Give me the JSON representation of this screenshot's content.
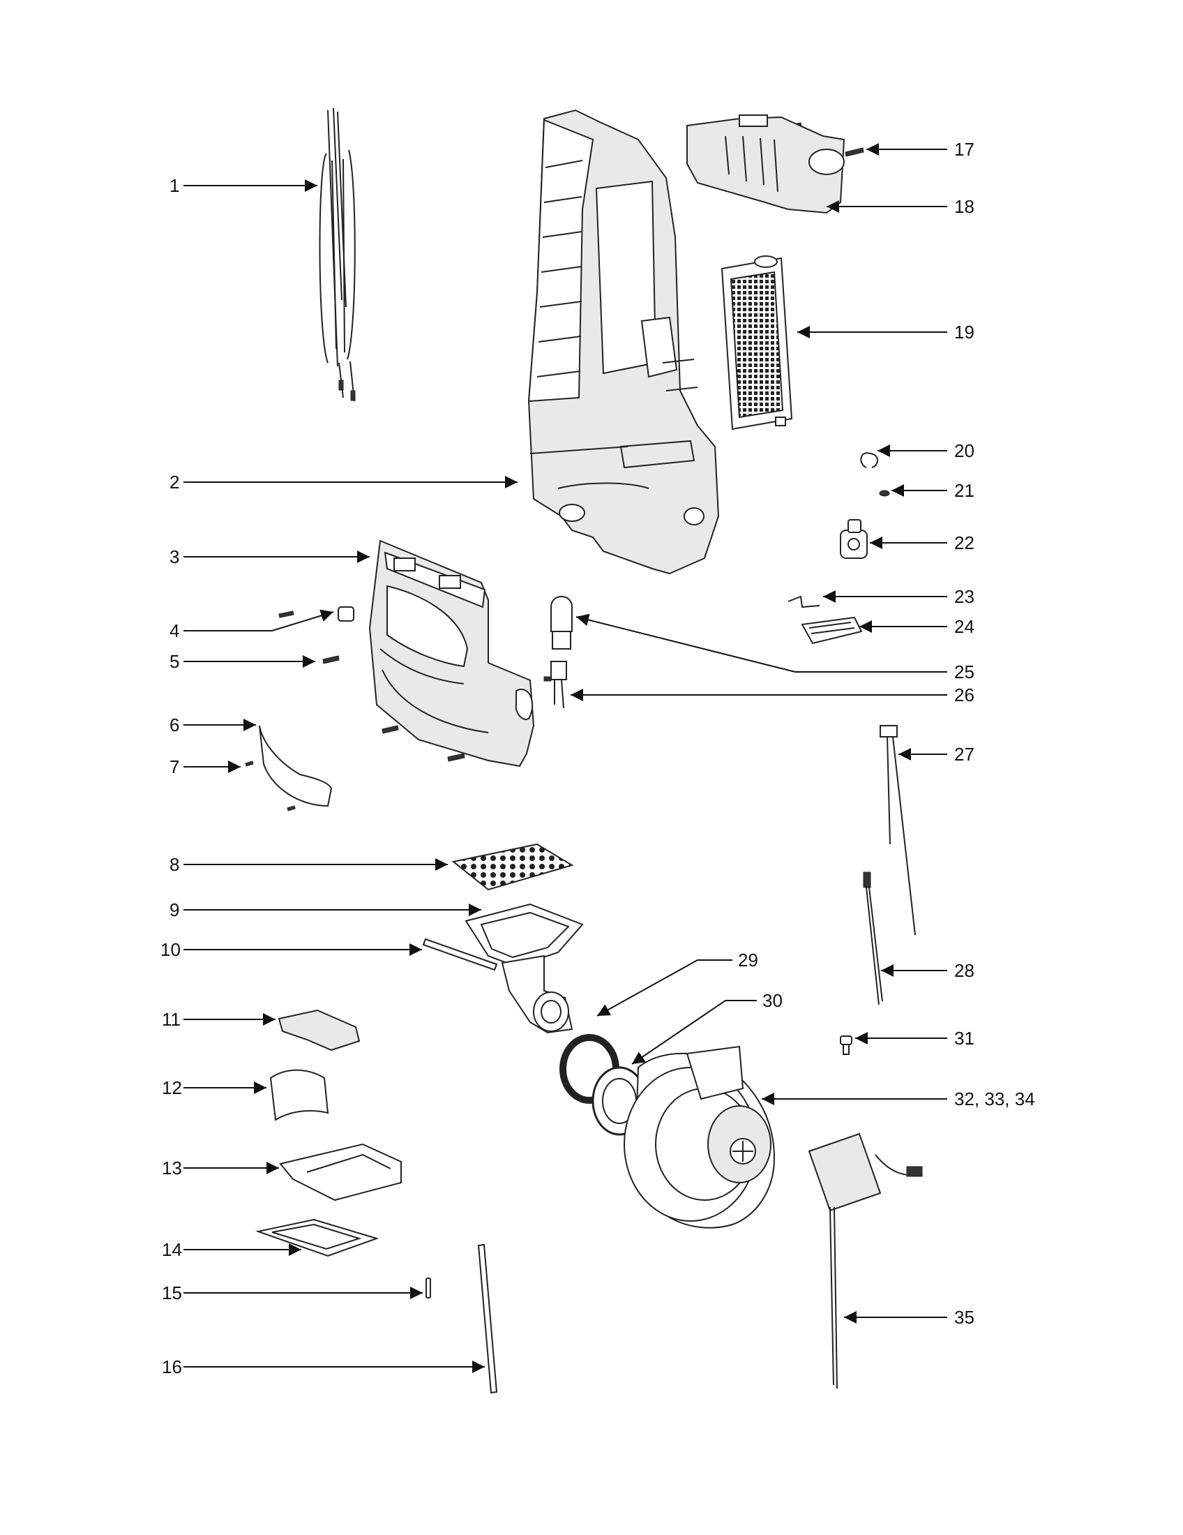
{
  "diagram": {
    "callouts": [
      {
        "id": "1",
        "text": "1"
      },
      {
        "id": "2",
        "text": "2"
      },
      {
        "id": "3",
        "text": "3"
      },
      {
        "id": "4",
        "text": "4"
      },
      {
        "id": "5",
        "text": "5"
      },
      {
        "id": "6",
        "text": "6"
      },
      {
        "id": "7",
        "text": "7"
      },
      {
        "id": "8",
        "text": "8"
      },
      {
        "id": "9",
        "text": "9"
      },
      {
        "id": "10",
        "text": "10"
      },
      {
        "id": "11",
        "text": "11"
      },
      {
        "id": "12",
        "text": "12"
      },
      {
        "id": "13",
        "text": "13"
      },
      {
        "id": "14",
        "text": "14"
      },
      {
        "id": "15",
        "text": "15"
      },
      {
        "id": "16",
        "text": "16"
      },
      {
        "id": "17",
        "text": "17"
      },
      {
        "id": "18",
        "text": "18"
      },
      {
        "id": "19",
        "text": "19"
      },
      {
        "id": "20",
        "text": "20"
      },
      {
        "id": "21",
        "text": "21"
      },
      {
        "id": "22",
        "text": "22"
      },
      {
        "id": "23",
        "text": "23"
      },
      {
        "id": "24",
        "text": "24"
      },
      {
        "id": "25",
        "text": "25"
      },
      {
        "id": "26",
        "text": "26"
      },
      {
        "id": "27",
        "text": "27"
      },
      {
        "id": "28",
        "text": "28"
      },
      {
        "id": "29",
        "text": "29"
      },
      {
        "id": "30",
        "text": "30"
      },
      {
        "id": "31",
        "text": "31"
      },
      {
        "id": "32-33-34",
        "text": "32, 33, 34"
      },
      {
        "id": "35",
        "text": "35"
      }
    ]
  }
}
